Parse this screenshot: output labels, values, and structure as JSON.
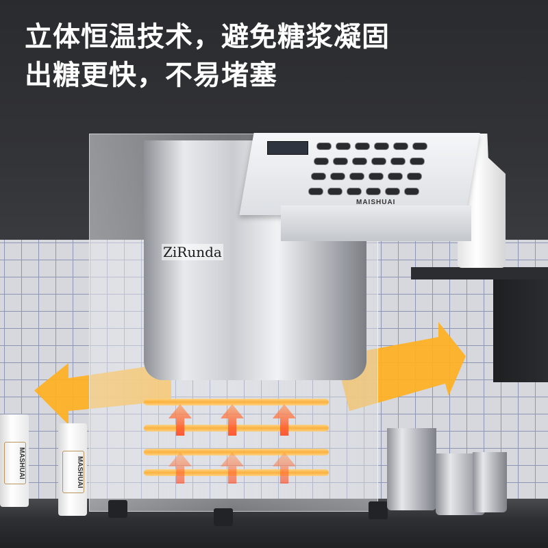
{
  "headline": {
    "line1": "立体恒温技术，避免糖浆凝固",
    "line2": "出糖更快，不易堵塞"
  },
  "watermark": "ZiRunda",
  "machine": {
    "brand": "MAISHUAI"
  },
  "canisters": {
    "brand": "MASHUAI"
  },
  "colors": {
    "accent_arrow": "#ffb020",
    "heat_arrow": "#ff5030",
    "headline_text": "#ffffff"
  }
}
